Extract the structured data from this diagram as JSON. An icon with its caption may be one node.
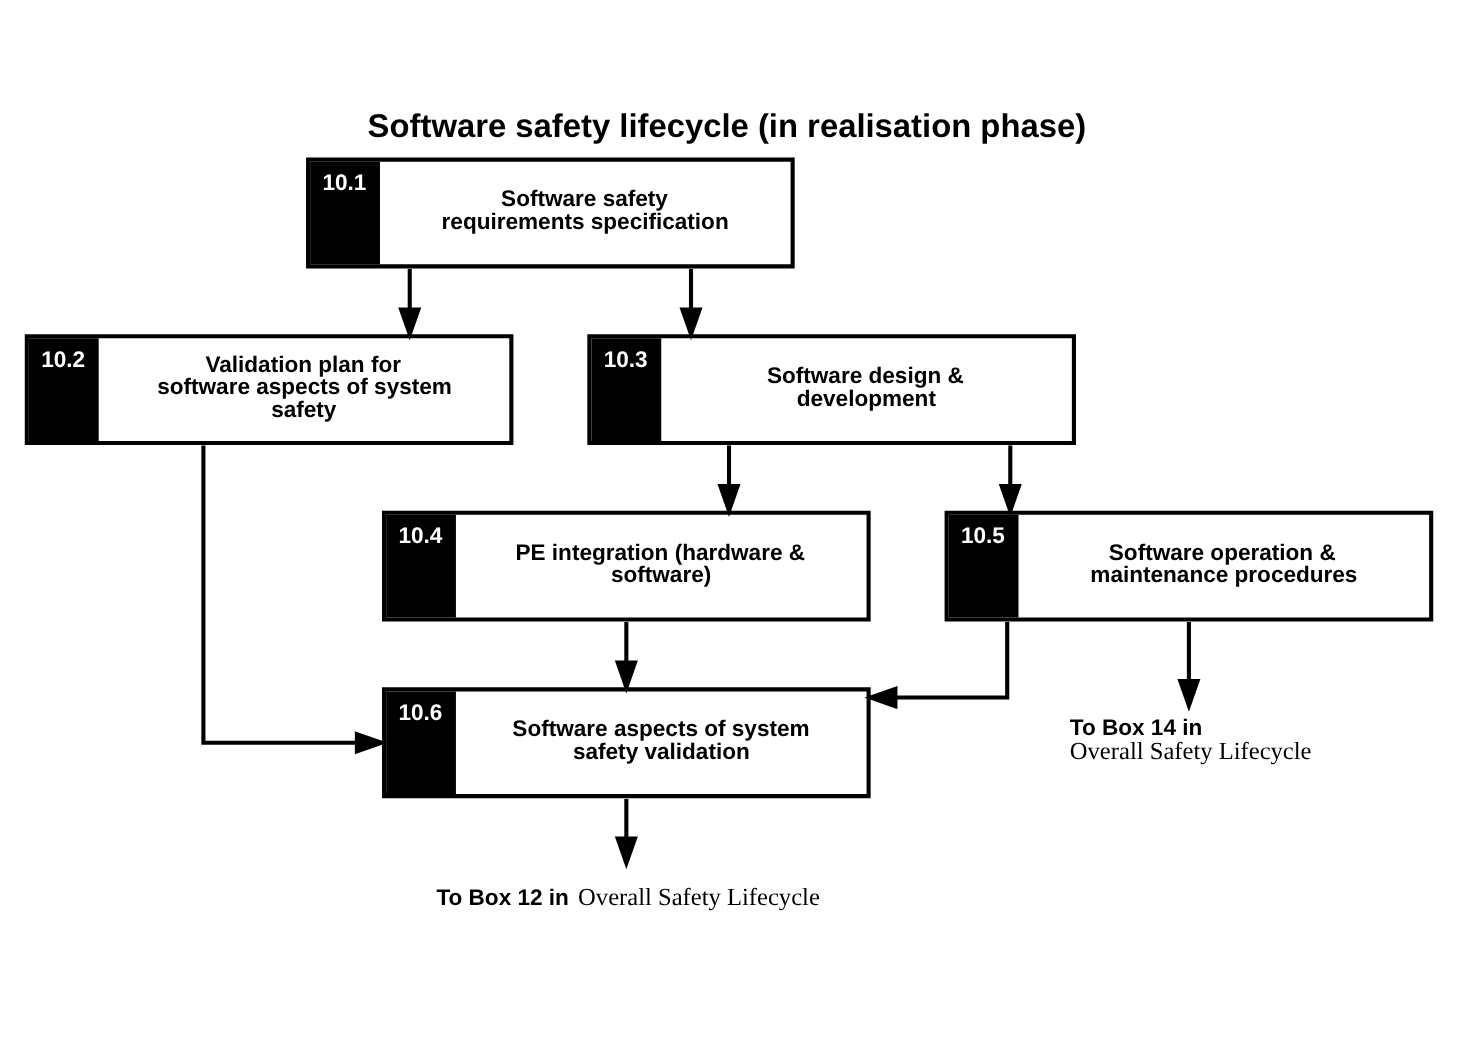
{
  "diagram": {
    "title": "Software safety lifecycle (in realisation phase)",
    "nodes": [
      {
        "text": [
          "10.1",
          "Software safety requirements specification"
        ]
      },
      {
        "text": [
          "10.2",
          "Validation plan for software aspects of system safety"
        ]
      },
      {
        "text": [
          "10.3",
          "Software design & development"
        ]
      },
      {
        "text": [
          "10.4",
          "PE integration (hardware & software)"
        ]
      },
      {
        "text": [
          "10.5",
          "Software operation & maintenance procedures"
        ]
      },
      {
        "text": [
          "10.6",
          "Software aspects of system safety validation"
        ]
      },
      {
        "text": [
          "To Box 14 in",
          "Overall Safety Lifecycle"
        ]
      },
      {
        "text": [
          "To Box 12 in",
          "Overall Safety Lifecycle"
        ]
      }
    ],
    "edges": [
      {
        "from": 0,
        "to": 1,
        "arrow": "to"
      },
      {
        "from": 0,
        "to": 2,
        "arrow": "to"
      },
      {
        "from": 2,
        "to": 3,
        "arrow": "to"
      },
      {
        "from": 2,
        "to": 4,
        "arrow": "to"
      },
      {
        "from": 1,
        "to": 5,
        "arrow": "to"
      },
      {
        "from": 3,
        "to": 5,
        "arrow": "to"
      },
      {
        "from": 4,
        "to": 5,
        "arrow": "to"
      },
      {
        "from": 4,
        "to": 6,
        "arrow": "to"
      },
      {
        "from": 5,
        "to": 7,
        "arrow": "to"
      }
    ]
  }
}
